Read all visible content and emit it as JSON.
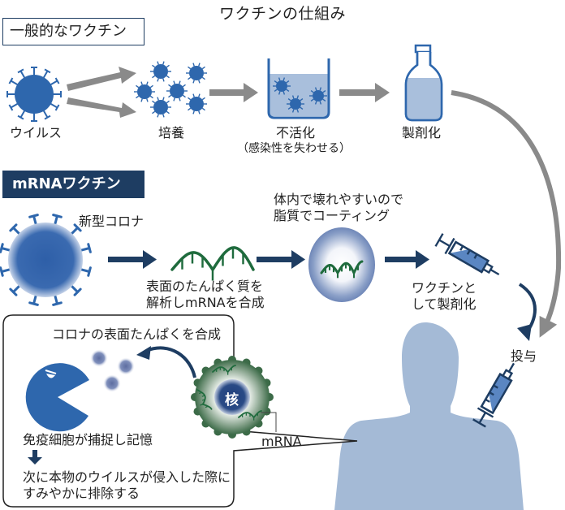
{
  "title": "ワクチンの仕組み",
  "conventional": {
    "header": "一般的なワクチン",
    "steps": [
      {
        "label": "ウイルス"
      },
      {
        "label": "培養"
      },
      {
        "label": "不活化",
        "sub": "（感染性を失わせる）"
      },
      {
        "label": "製剤化"
      }
    ]
  },
  "mrna": {
    "header": "mRNAワクチン",
    "virus_label": "新型コロナ",
    "analyze_label_1": "表面のたんぱく質を",
    "analyze_label_2": "解析しmRNAを合成",
    "coating_label_1": "体内で壊れやすいので",
    "coating_label_2": "脂質でコーティング",
    "formulate_label_1": "ワクチンと",
    "formulate_label_2": "して製剤化",
    "administer_label": "投与"
  },
  "callout": {
    "synthesize_label": "コロナの表面たんぱくを合成",
    "nucleus_label": "核",
    "mrna_label": "mRNA",
    "immune_label": "免疫細胞が捕捉し記憶",
    "result_label_1": "次に本物のウイルスが侵入した際に",
    "result_label_2": "すみやかに排除する"
  },
  "colors": {
    "virus_blue": "#2e67ad",
    "navy": "#1e3d62",
    "gray_arrow": "#8a8a8a",
    "rna_green": "#1f6b3d",
    "body_blue": "#a4bad6",
    "liquid_blue": "#a9bfdc"
  }
}
